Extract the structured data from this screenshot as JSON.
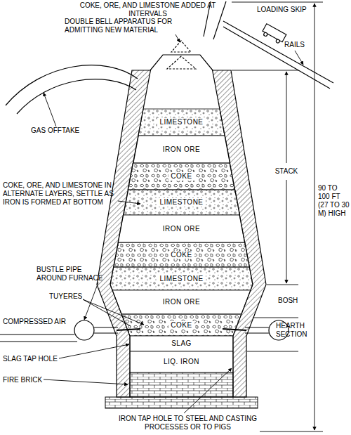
{
  "diagram": {
    "nodes": [
      {
        "text": [
          "LIMESTONE"
        ]
      },
      {
        "text": [
          "IRON ORE"
        ]
      },
      {
        "text": [
          "COKE"
        ]
      },
      {
        "text": [
          "LIMESTONE"
        ]
      },
      {
        "text": [
          "IRON ORE"
        ]
      },
      {
        "text": [
          "COKE"
        ]
      },
      {
        "text": [
          "LIMESTONE"
        ]
      },
      {
        "text": [
          "IRON ORE"
        ]
      },
      {
        "text": [
          "COKE"
        ]
      },
      {
        "text": [
          "SLAG"
        ]
      },
      {
        "text": [
          "LIQ. IRON"
        ]
      }
    ],
    "labels": [
      "COKE, ORE, AND LIMESTONE ADDED AT INTERVALS",
      "LOADING SKIP",
      "DOUBLE BELL APPARATUS FOR ADMITTING NEW MATERIAL",
      "RAILS",
      "GAS OFFTAKE",
      "STACK",
      "COKE, ORE, AND LIMESTONE IN ALTERNATE LAYERS, SETTLE AS IRON IS FORMED AT BOTTOM",
      "90 TO 100 FT (27 TO 30 M) HIGH",
      "BUSTLE PIPE AROUND FURNACE",
      "BOSH",
      "TUYERES",
      "HEARTH SECTION",
      "COMPRESSED AIR",
      "SLAG TAP HOLE",
      "FIRE BRICK",
      "IRON TAP HOLE TO STEEL AND CASTING PROCESSES OR TO PIGS"
    ]
  }
}
